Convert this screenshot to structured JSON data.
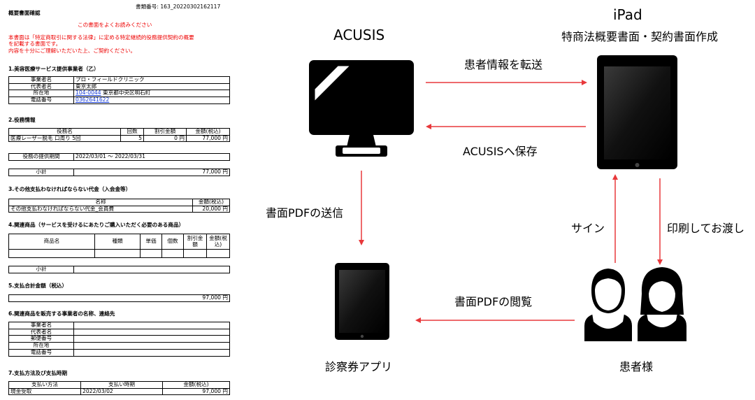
{
  "document": {
    "doc_number": "書類番号: 163_20220302162117",
    "title": "概要書面確認",
    "notice": "この書面をよくお読みください",
    "intro": [
      "本書面は「特定商取引に関する法律」に定める特定継続的役務提供契約の概要",
      "を記載する書面です。",
      "内容を十分にご理解いただいた上、ご契約ください。"
    ],
    "s1": {
      "heading": "1.美容医療サービス提供事業者（乙）",
      "rows": [
        {
          "label": "事業者名",
          "value": "プロ・フィールドクリニック"
        },
        {
          "label": "代表者名",
          "value": "東京太郎"
        },
        {
          "label": "所在地",
          "postal": "104-0044",
          "value": " 東京都中央区明石町"
        },
        {
          "label": "電話番号",
          "phone": "0362641622"
        }
      ]
    },
    "s2": {
      "heading": "2.役務情報",
      "headers": [
        "役務名",
        "回数",
        "割引金額",
        "金額(税込)"
      ],
      "row": [
        "医療レーザー脱毛 口周り 5回",
        "5",
        "0 円",
        "77,000 円"
      ],
      "period_label": "役務の提供期間",
      "period_value": "2022/03/01 〜 2022/03/31",
      "subtotal_label": "小計",
      "subtotal_value": "77,000 円"
    },
    "s3": {
      "heading": "3.その他支払わなければならない代金（入会金等）",
      "headers": [
        "名称",
        "金額(税込)"
      ],
      "row": [
        "その他支払わなければならない代金_会員費",
        "20,000 円"
      ]
    },
    "s4": {
      "heading": "4.関連商品（サービスを受けるにあたりご購入いただく必要のある商品）",
      "headers": [
        "商品名",
        "種類",
        "単価",
        "個数",
        "割引金額",
        "金額(税込)"
      ],
      "subtotal_label": "小計"
    },
    "s5": {
      "heading": "5.支払合計金額（税込）",
      "value": "97,000 円"
    },
    "s6": {
      "heading": "6.関連商品を販売する事業者の名称、連絡先",
      "labels": [
        "事業者名",
        "代表者名",
        "郵便番号",
        "所在地",
        "電話番号"
      ]
    },
    "s7": {
      "heading": "7.支払方法及び支払時期",
      "headers": [
        "支払い方法",
        "支払い時期",
        "金額(税込)"
      ],
      "row": [
        "現金受取",
        "2022/03/02",
        "97,000 円"
      ]
    }
  },
  "diagram": {
    "nodes": {
      "acusis": "ACUSIS",
      "ipad_title": "iPad",
      "ipad_subtitle": "特商法概要書面・契約書面作成",
      "app": "診察券アプリ",
      "patient": "患者様"
    },
    "edges": {
      "send_info": "患者情報を転送",
      "save": "ACUSISへ保存",
      "send_pdf": "書面PDFの送信",
      "sign": "サイン",
      "print": "印刷してお渡し",
      "view_pdf": "書面PDFの閲覧"
    },
    "colors": {
      "arrow": "#e8383b",
      "device": "#000000"
    }
  }
}
